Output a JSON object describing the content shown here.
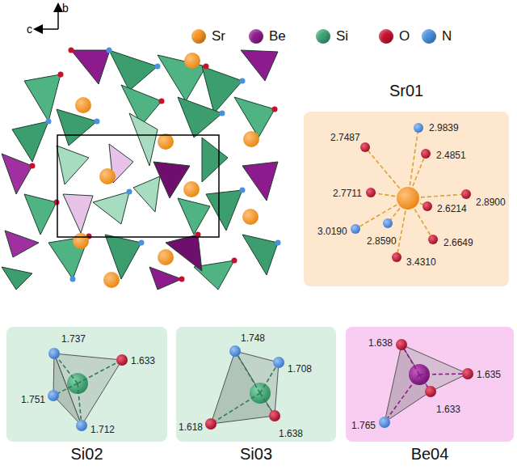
{
  "diagram": {
    "nodes": [
      {
        "text": [
          "Sr01"
        ]
      },
      {
        "text": [
          "Si02"
        ]
      },
      {
        "text": [
          "Si03"
        ]
      },
      {
        "text": [
          "Be04"
        ]
      }
    ],
    "labels": [
      "b",
      "c",
      "2.9839",
      "2.7487",
      "2.4851",
      "2.7711",
      "2.8900",
      "2.6214",
      "2.6649",
      "2.8590",
      "3.0190",
      "3.4310",
      "1.737",
      "1.633",
      "1.751",
      "1.712",
      "1.748",
      "1.708",
      "1.618",
      "1.638",
      "1.638",
      "1.635",
      "1.633",
      "1.765"
    ],
    "legend": [
      {
        "text": "Sr",
        "color": "#f7941d"
      },
      {
        "text": "Be",
        "color": "#8e1b8e"
      },
      {
        "text": "Si",
        "color": "#3aa374"
      },
      {
        "text": "O",
        "color": "#c8102e"
      },
      {
        "text": "N",
        "color": "#4a8fe0"
      }
    ]
  }
}
